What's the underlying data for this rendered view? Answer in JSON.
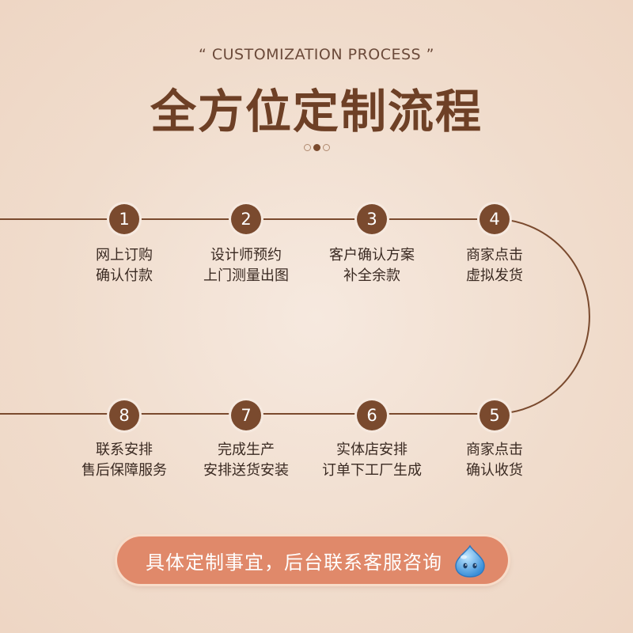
{
  "header": {
    "subtitle": "“ CUSTOMIZATION PROCESS ”",
    "title": "全方位定制流程"
  },
  "steps": [
    {
      "number": "1",
      "line1": "网上订购",
      "line2": "确认付款"
    },
    {
      "number": "2",
      "line1": "设计师预约",
      "line2": "上门测量出图"
    },
    {
      "number": "3",
      "line1": "客户确认方案",
      "line2": "补全余款"
    },
    {
      "number": "4",
      "line1": "商家点击",
      "line2": "虚拟发货"
    },
    {
      "number": "5",
      "line1": "商家点击",
      "line2": "确认收货"
    },
    {
      "number": "6",
      "line1": "实体店安排",
      "line2": "订单下工厂生成"
    },
    {
      "number": "7",
      "line1": "完成生产",
      "line2": "安排送货安装"
    },
    {
      "number": "8",
      "line1": "联系安排",
      "line2": "售后保障服务"
    }
  ],
  "cta": {
    "label": "具体定制事宜，后台联系客服咨询",
    "icon": "chat-mascot-icon"
  },
  "colors": {
    "accent": "#7a4a2e",
    "title": "#6e4026",
    "cta_bg": "#e0896a"
  }
}
